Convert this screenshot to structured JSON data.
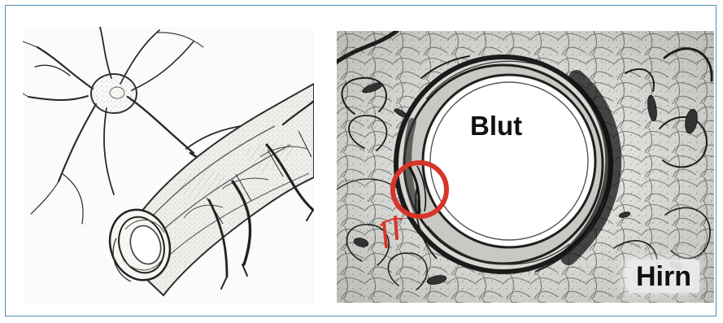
{
  "figure": {
    "left_illustration": "capillary-neuron-sketch",
    "right_micrograph": "brain-capillary-electron-micrograph",
    "labels": {
      "blood": "Blut",
      "brain": "Hirn"
    },
    "colors": {
      "border": "#4a8fb8",
      "highlight_circle": "#d8342a",
      "ink": "#1b1b1b"
    }
  }
}
